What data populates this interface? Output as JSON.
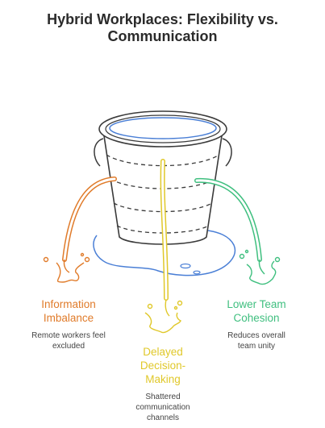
{
  "title": "Hybrid Workplaces: Flexibility vs. Communication",
  "items": [
    {
      "heading_line1": "Information",
      "heading_line2": "Imbalance",
      "desc_line1": "Remote workers feel",
      "desc_line2": "excluded",
      "color": "#e07b2a"
    },
    {
      "heading_line1": "Delayed",
      "heading_line2": "Decision-",
      "heading_line3": "Making",
      "desc_line1": "Shattered",
      "desc_line2": "communication",
      "desc_line3": "channels",
      "color": "#e0c82a"
    },
    {
      "heading_line1": "Lower Team",
      "heading_line2": "Cohesion",
      "desc_line1": "Reduces overall",
      "desc_line2": "team unity",
      "color": "#3fbf7f"
    }
  ],
  "colors": {
    "outline": "#3a3a3a",
    "water": "#4a7fd6"
  },
  "icons": [
    "bucket-icon",
    "puddle-icon",
    "splash-icon"
  ]
}
